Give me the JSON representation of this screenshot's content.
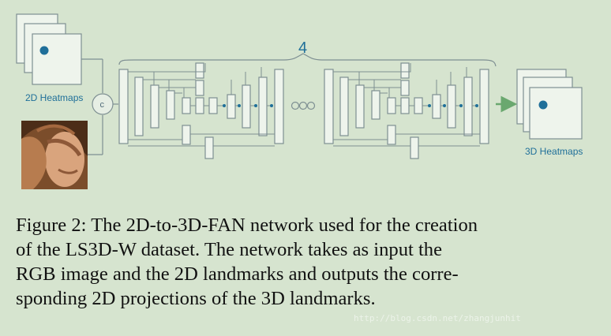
{
  "diagram": {
    "input_heatmaps_label": "2D Heatmaps",
    "output_heatmaps_label": "3D Heatmaps",
    "concat_label": "c",
    "stack_count_label": "4",
    "colors": {
      "background": "#d6e4cf",
      "line": "#7e8f92",
      "accent": "#1f6f99",
      "arrow": "#6aa86f"
    }
  },
  "caption": {
    "lines": [
      "Figure 2: The 2D-to-3D-FAN network used for the creation",
      "of the LS3D-W dataset.  The network takes as input the",
      "RGB image and the 2D landmarks and outputs the corre-",
      "sponding 2D projections of the 3D landmarks."
    ]
  },
  "watermark": "http://blog.csdn.net/zhangjunhit"
}
